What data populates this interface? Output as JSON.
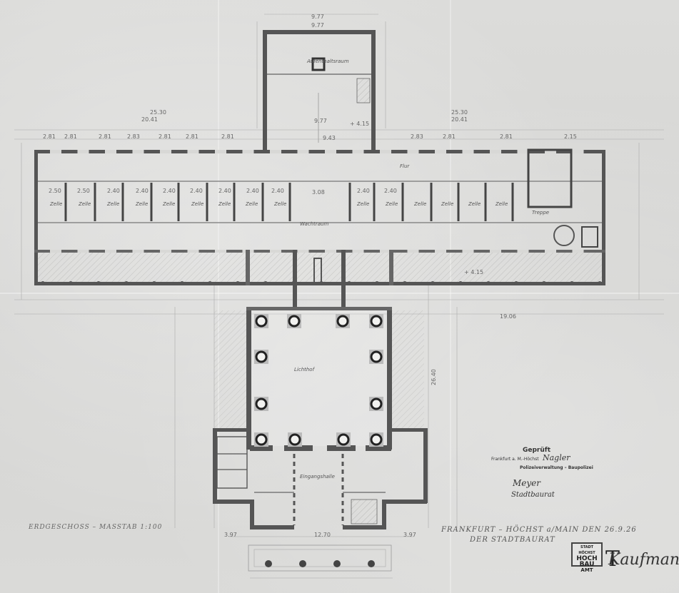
{
  "plan": {
    "dimensions": {
      "top_total": "9.77",
      "top_inner": "9.77",
      "wing_left_total": "25.30",
      "wing_left_sub": "20.41",
      "wing_right_total": "25.30",
      "wing_right_sub": "20.41",
      "center_hall": "9.77",
      "center_depth": "9.43",
      "hall_level": "+ 4.15",
      "court_level": "+ 4.15",
      "bay_widths": [
        "2.81",
        "2.81",
        "2.81",
        "2.83",
        "2.81",
        "2.81",
        "2.81",
        "2.83",
        "2.81",
        "2.81",
        "2.15"
      ],
      "room_widths": [
        "2.50",
        "2.50",
        "2.40",
        "2.40",
        "2.40",
        "2.40",
        "2.40",
        "2.40",
        "2.40",
        "2.40",
        "2.40"
      ],
      "corridor": "3.08",
      "lower_left": "3.97",
      "lower_right": "3.97",
      "front_width": "12.70",
      "court_side": "26.40",
      "wing_depth": "19.06"
    },
    "rooms": {
      "cells_label": "Zelle",
      "court_label": "Lichthof",
      "ward_room": "Wachtraum",
      "entrance_hall": "Eingangshalle",
      "stair": "Treppe",
      "top_room": "Aufenthaltsraum",
      "corridor_label": "Flur"
    }
  },
  "stamp": {
    "approved": "Geprüft",
    "line2": "Frankfurt a. M.-Höchst",
    "line2_hand": "Nagler",
    "line3": "Polizeiverwaltung – Baupolizei",
    "signature1": "Meyer",
    "signature2": "Stadtbaurat"
  },
  "caption_left": "ERDGESCHOSS – MASSTAB 1:100",
  "caption_right_1": "FRANKFURT – HÖCHST a/MAIN DEN 26.9.26",
  "caption_right_2": "DER STADTBAURAT",
  "city_stamp": {
    "line1": "STADT HÖCHST",
    "line2": "HOCH",
    "line3": "BAU",
    "line4": "AMT"
  },
  "signature": "Kaufmann"
}
